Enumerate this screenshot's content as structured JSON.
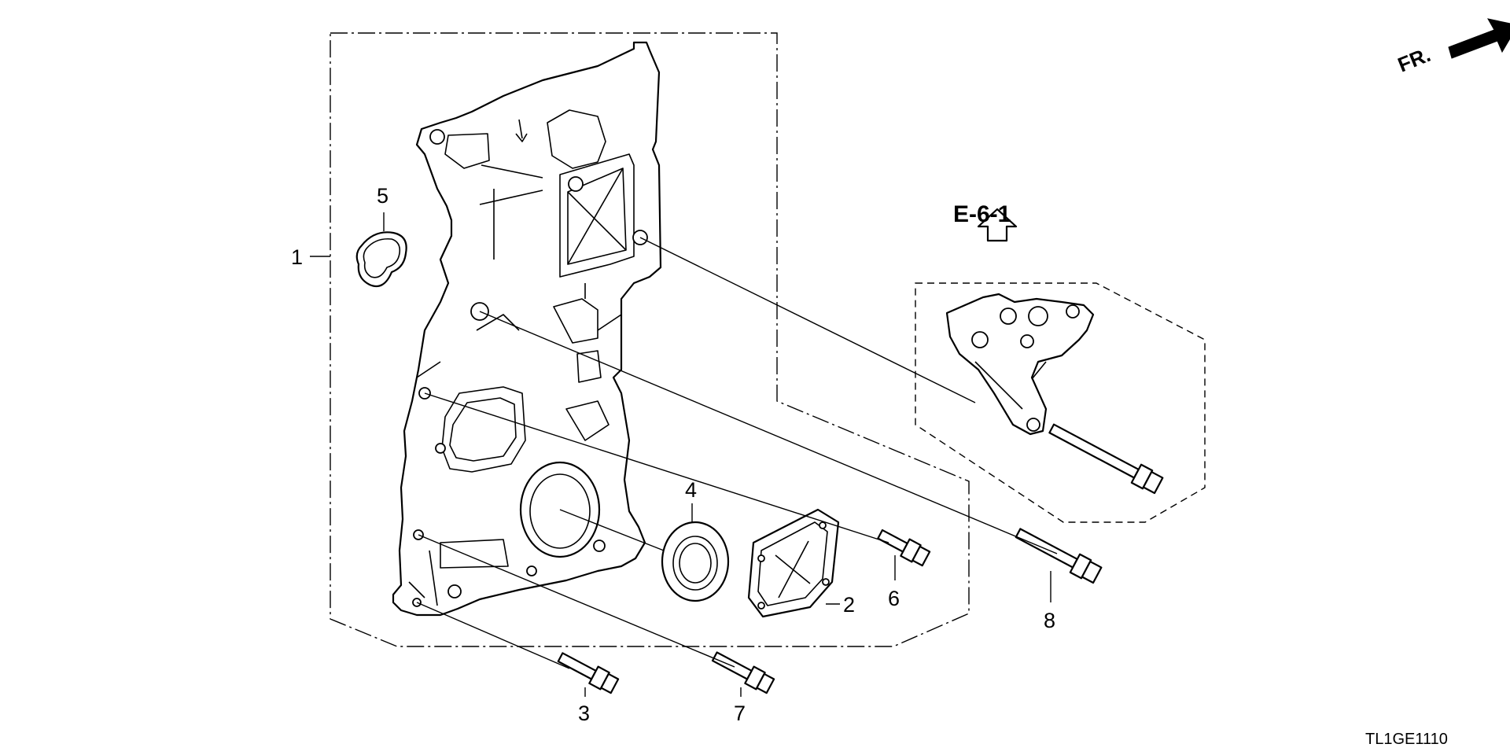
{
  "diagram": {
    "callouts": {
      "c1": "1",
      "c2": "2",
      "c3": "3",
      "c4": "4",
      "c5": "5",
      "c6": "6",
      "c7": "7",
      "c8": "8"
    },
    "reference": "E-6-1",
    "direction": "FR.",
    "drawing_code": "TL1GE1110"
  }
}
